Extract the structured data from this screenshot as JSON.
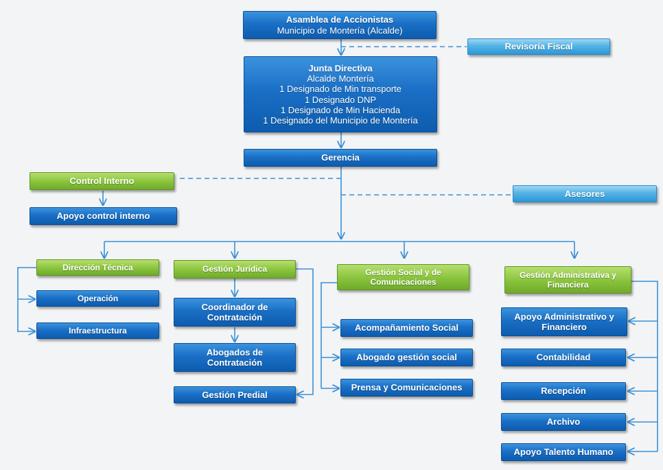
{
  "top": {
    "asamblea": {
      "title": "Asamblea de Accionistas",
      "subtitle": "Municipio de Montería (Alcalde)"
    },
    "revisoria": "Revisoría Fiscal",
    "junta": {
      "title": "Junta Directiva",
      "members": [
        "Alcalde Montería",
        "1 Designado de Min transporte",
        "1 Designado DNP",
        "1 Designado de Min Hacienda",
        "1 Designado del Municipio de Montería"
      ]
    },
    "gerencia": "Gerencia",
    "control_interno": "Control Interno",
    "apoyo_control": "Apoyo control interno",
    "asesores": "Asesores"
  },
  "areas": {
    "direccion_tecnica": {
      "title": "Dirección Técnica",
      "items": [
        "Operación",
        "Infraestructura"
      ]
    },
    "gestion_juridica": {
      "title": "Gestión Jurídica",
      "items": [
        "Coordinador de Contratación",
        "Abogados de Contratación",
        "Gestión Predial"
      ]
    },
    "gestion_social": {
      "title": "Gestión Social y de Comunicaciones",
      "items": [
        "Acompañamiento Social",
        "Abogado gestión social",
        "Prensa y Comunicaciones"
      ]
    },
    "gestion_admin": {
      "title": "Gestión  Administrativa y Financiera",
      "items": [
        "Apoyo Administrativo y Financiero",
        "Contabilidad",
        "Recepción",
        "Archivo",
        "Apoyo Talento Humano"
      ]
    }
  },
  "colors": {
    "blue": "#1a6fc6",
    "light_blue": "#53b3e6",
    "green": "#8cc63f",
    "connector": "#3a8fd8",
    "background": "#f3f4f5"
  }
}
